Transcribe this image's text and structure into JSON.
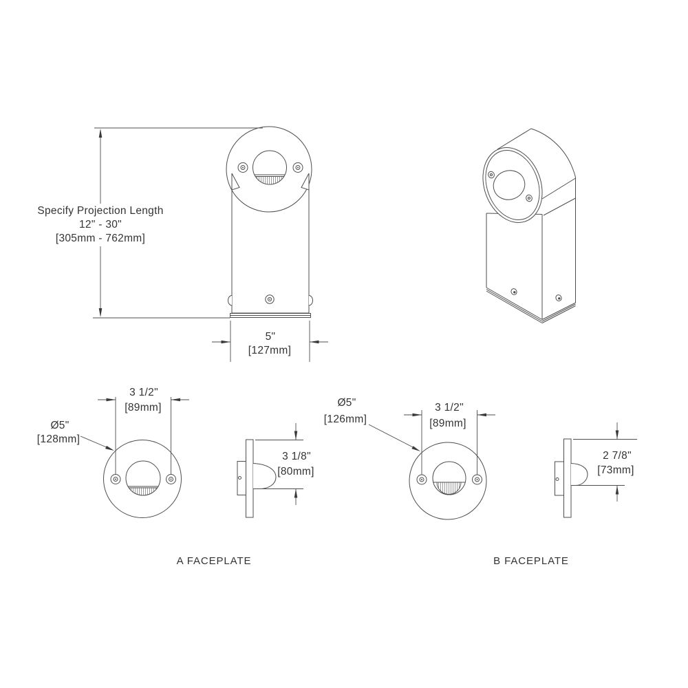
{
  "colors": {
    "line": "#4d4d4d",
    "text": "#333333",
    "hatch": "#9a9a9a",
    "arrow": "#3a3a3a",
    "background": "#ffffff"
  },
  "front_view": {
    "projection_label": {
      "line1": "Specify Projection Length",
      "line2": "12\" - 30\"",
      "line3": "[305mm - 762mm]"
    },
    "width": {
      "inches": "5\"",
      "mm": "[127mm]"
    }
  },
  "faceplate_a": {
    "label": "A FACEPLATE",
    "diameter": {
      "inches": "Ø5\"",
      "mm": "[128mm]"
    },
    "screw_spacing": {
      "inches": "3 1/2\"",
      "mm": "[89mm]"
    },
    "projection": {
      "inches": "3 1/8\"",
      "mm": "[80mm]"
    }
  },
  "faceplate_b": {
    "label": "B FACEPLATE",
    "diameter": {
      "inches": "Ø5\"",
      "mm": "[126mm]"
    },
    "screw_spacing": {
      "inches": "3 1/2\"",
      "mm": "[89mm]"
    },
    "projection": {
      "inches": "2 7/8\"",
      "mm": "[73mm]"
    }
  }
}
